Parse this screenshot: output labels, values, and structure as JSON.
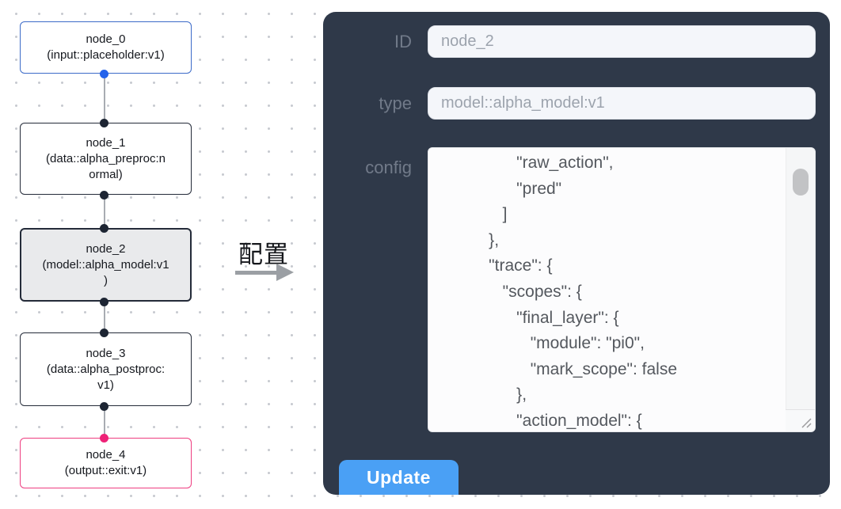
{
  "canvas": {
    "nodes": [
      {
        "id": "node_0",
        "title": "node_0",
        "subtitle": "(input::placeholder:v1)"
      },
      {
        "id": "node_1",
        "title": "node_1",
        "subtitle": "(data::alpha_preproc:n\normal)"
      },
      {
        "id": "node_2",
        "title": "node_2",
        "subtitle": "(model::alpha_model:v1\n)"
      },
      {
        "id": "node_3",
        "title": "node_3",
        "subtitle": "(data::alpha_postproc:\nv1)"
      },
      {
        "id": "node_4",
        "title": "node_4",
        "subtitle": "(output::exit:v1)"
      }
    ]
  },
  "transition": {
    "label": "配置"
  },
  "panel": {
    "fields": [
      {
        "label": "ID",
        "value": "node_2"
      },
      {
        "label": "type",
        "value": "model::alpha_model:v1"
      }
    ],
    "config_label": "config",
    "config_text": "                 \"raw_action\",\n                 \"pred\"\n              ]\n           },\n           \"trace\": {\n              \"scopes\": {\n                 \"final_layer\": {\n                    \"module\": \"pi0\",\n                    \"mark_scope\": false\n                 },\n                 \"action_model\": {",
    "update_label": "Update"
  },
  "colors": {
    "panel_background": "#2f3949",
    "button_blue": "#4aa0f5",
    "node_input_border_blue": "#3c6bc8",
    "node_output_border_pink": "#ee3d80",
    "handle_blue": "#2563eb",
    "handle_dark": "#1d2533",
    "handle_pink": "#ee2277",
    "selected_node_fill": "#e9eaec"
  }
}
